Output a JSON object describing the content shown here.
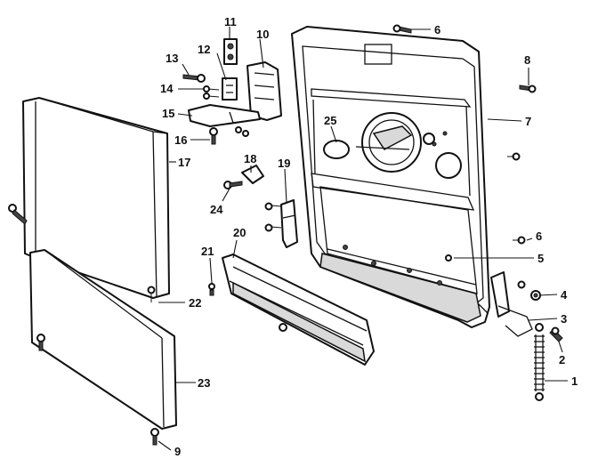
{
  "callouts": [
    {
      "id": "1",
      "label": "1"
    },
    {
      "id": "2",
      "label": "2"
    },
    {
      "id": "3",
      "label": "3"
    },
    {
      "id": "4",
      "label": "4"
    },
    {
      "id": "5",
      "label": "5"
    },
    {
      "id": "6a",
      "label": "6"
    },
    {
      "id": "6b",
      "label": "6"
    },
    {
      "id": "7",
      "label": "7"
    },
    {
      "id": "8",
      "label": "8"
    },
    {
      "id": "9",
      "label": "9"
    },
    {
      "id": "10",
      "label": "10"
    },
    {
      "id": "11",
      "label": "11"
    },
    {
      "id": "12",
      "label": "12"
    },
    {
      "id": "13",
      "label": "13"
    },
    {
      "id": "14",
      "label": "14"
    },
    {
      "id": "15",
      "label": "15"
    },
    {
      "id": "16",
      "label": "16"
    },
    {
      "id": "17",
      "label": "17"
    },
    {
      "id": "18",
      "label": "18"
    },
    {
      "id": "19",
      "label": "19"
    },
    {
      "id": "20",
      "label": "20"
    },
    {
      "id": "21",
      "label": "21"
    },
    {
      "id": "22",
      "label": "22"
    },
    {
      "id": "23",
      "label": "23"
    },
    {
      "id": "24",
      "label": "24"
    },
    {
      "id": "25",
      "label": "25"
    }
  ]
}
